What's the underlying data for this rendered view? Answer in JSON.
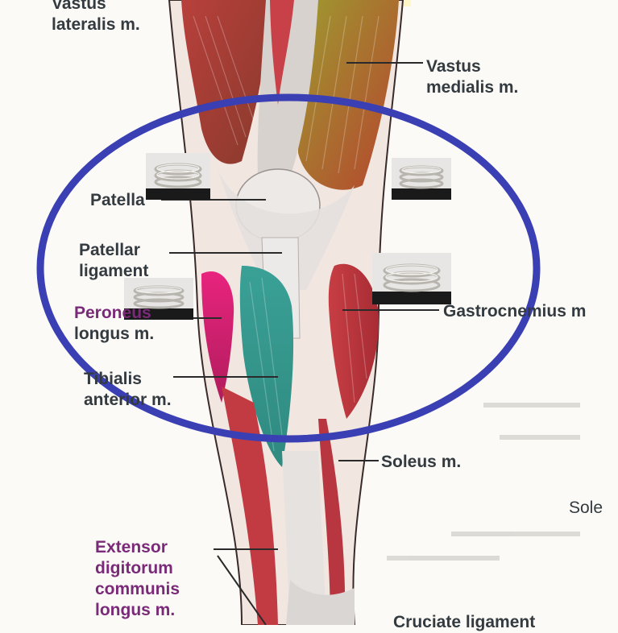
{
  "labels": {
    "vastus_lateralis": [
      "Vastus",
      "lateralis m."
    ],
    "vastus_medialis": [
      "Vastus",
      "medialis m."
    ],
    "patella": "Patella",
    "patellar_ligament": [
      "Patellar",
      "ligament"
    ],
    "peroneus_longus": [
      "Peroneus",
      "longus m."
    ],
    "gastrocnemius": "Gastrocnemius m",
    "tibialis_anterior": [
      "Tibialis",
      "anterior m."
    ],
    "soleus": "Soleus m.",
    "soleus_right": "Sole",
    "extensor_digitorum": [
      "Extensor",
      "digitorum",
      "communis",
      "longus m."
    ],
    "cruciate_ligament": "Cruciate ligament"
  },
  "colors": {
    "highlight_ellipse": "#3a3fb4",
    "label_text": "#333a40",
    "label_purple": "#7a2a78",
    "muscle_red": "#b8323c",
    "muscle_green": "#8c8a2e",
    "muscle_teal": "#3a9a8e",
    "muscle_magenta": "#d81c78",
    "bone_white": "#e9e7e4"
  },
  "overlays": {
    "highlight_ellipse": "knee-region-highlight",
    "sensor_icons": [
      "sensor-photo-patella",
      "sensor-photo-medial",
      "sensor-photo-lateral-gastroc",
      "sensor-photo-peroneus"
    ]
  }
}
